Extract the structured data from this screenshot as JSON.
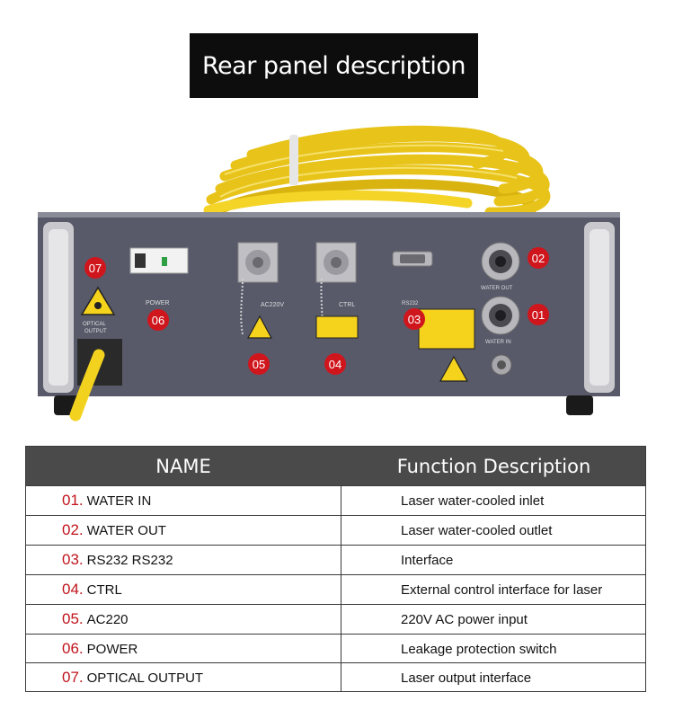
{
  "title": "Rear panel description",
  "product": {
    "labels": {
      "power": "POWER",
      "optical_output": "OPTICAL\nOUTPUT",
      "rs232": "RS232",
      "water_out": "WATER OUT",
      "water_in": "WATER IN",
      "ac220": "AC220V",
      "ctrl": "CTRL"
    },
    "badges": [
      "07",
      "06",
      "05",
      "04",
      "03",
      "02",
      "01"
    ]
  },
  "table": {
    "headers": {
      "name": "NAME",
      "function": "Function Description"
    },
    "rows": [
      {
        "num": "01.",
        "name": "WATER IN",
        "function": "Laser water-cooled inlet"
      },
      {
        "num": "02.",
        "name": "WATER OUT",
        "function": "Laser water-cooled outlet"
      },
      {
        "num": "03.",
        "name": "RS232 RS232",
        "function": "Interface"
      },
      {
        "num": "04.",
        "name": "CTRL",
        "function": "External control interface for laser"
      },
      {
        "num": "05.",
        "name": "AC220",
        "function": "220V AC power input"
      },
      {
        "num": "06.",
        "name": "POWER",
        "function": "Leakage protection switch"
      },
      {
        "num": "07.",
        "name": "OPTICAL OUTPUT",
        "function": "Laser output interface"
      }
    ]
  },
  "colors": {
    "panel": "#5b5d6e",
    "cable": "#f3d21f",
    "badge": "#d0161d",
    "header_bg": "#4a4a4a",
    "number_red": "#c0141c"
  }
}
